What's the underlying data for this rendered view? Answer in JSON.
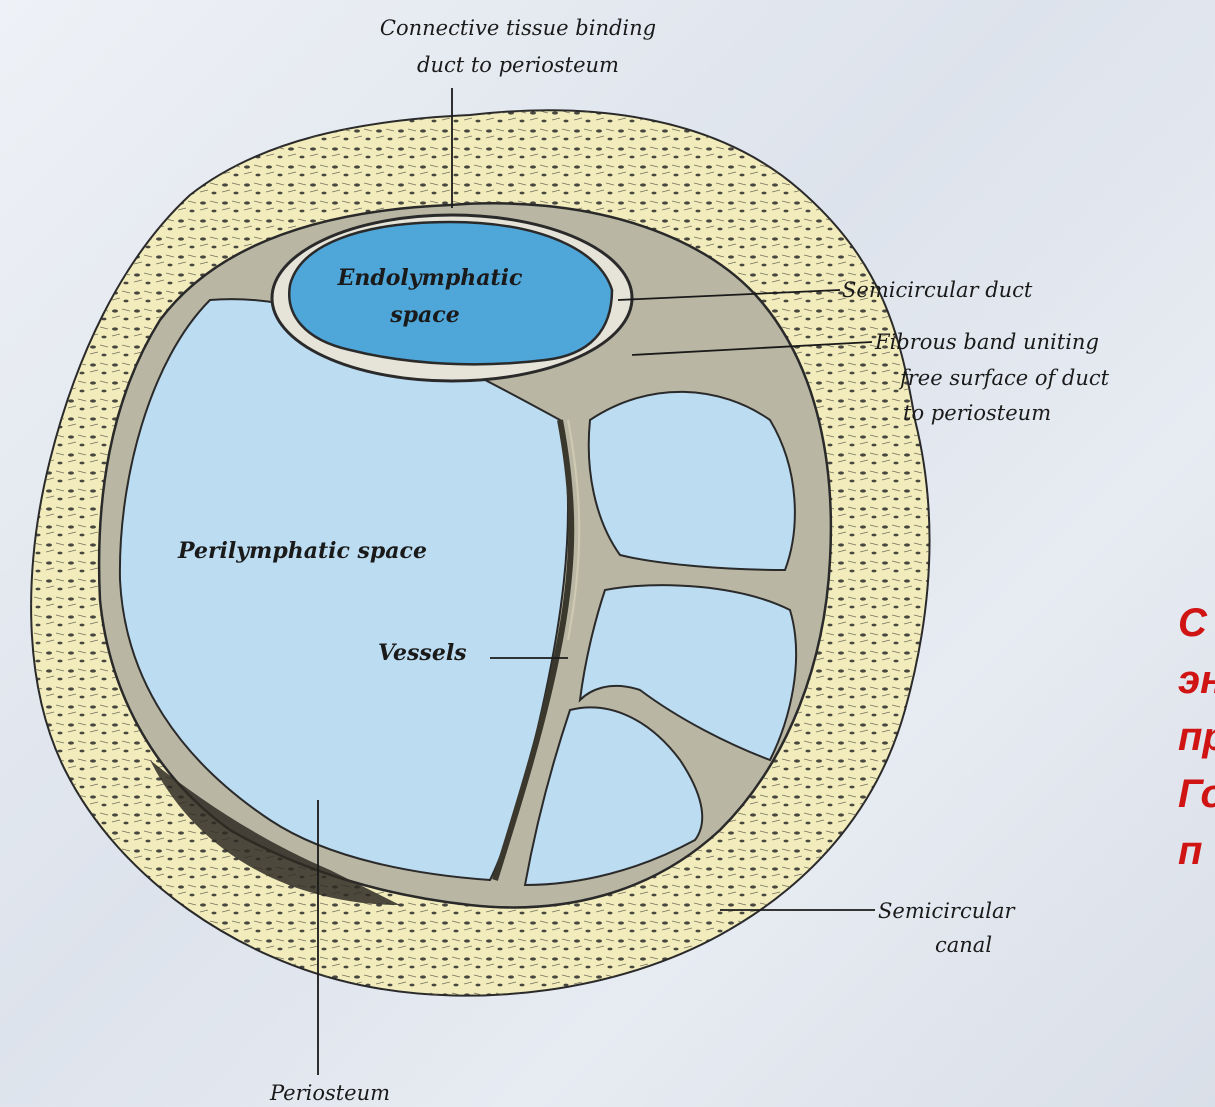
{
  "labels": {
    "connective_tissue": [
      "Connective tissue binding",
      "duct to periosteum"
    ],
    "endolymphatic": [
      "Endolymphatic",
      "space"
    ],
    "semicircular_duct": "Semicircular duct",
    "fibrous_band": [
      "Fibrous band uniting",
      "free surface of duct",
      "to periosteum"
    ],
    "perilymphatic": "Perilymphatic space",
    "vessels": "Vessels",
    "semicircular_canal": [
      "Semicircular",
      "canal"
    ],
    "periosteum": "Periosteum"
  },
  "side_caption": [
    "С",
    "эн",
    "пр",
    "Го",
    "п"
  ],
  "colors": {
    "endolymph_fill": "#4fa6d8",
    "perilymph_fill": "#bcdcf2",
    "bone_fill": "#f2ecbd",
    "caption_color": "#d01414"
  }
}
